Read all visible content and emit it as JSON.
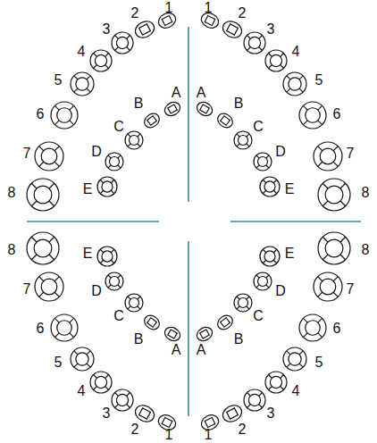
{
  "diagram": {
    "labels": [
      "1",
      "2",
      "3",
      "4",
      "5",
      "6",
      "7",
      "8",
      "A",
      "B",
      "C",
      "D",
      "E",
      "1",
      "2",
      "3",
      "4",
      "5",
      "6",
      "7",
      "8",
      "A",
      "B",
      "C",
      "D",
      "E",
      "1",
      "2",
      "3",
      "4",
      "5",
      "6",
      "7",
      "8",
      "A",
      "B",
      "C",
      "D",
      "E",
      "1",
      "2",
      "3",
      "4",
      "5",
      "6",
      "7",
      "8",
      "A",
      "B",
      "C",
      "D",
      "E"
    ]
  }
}
